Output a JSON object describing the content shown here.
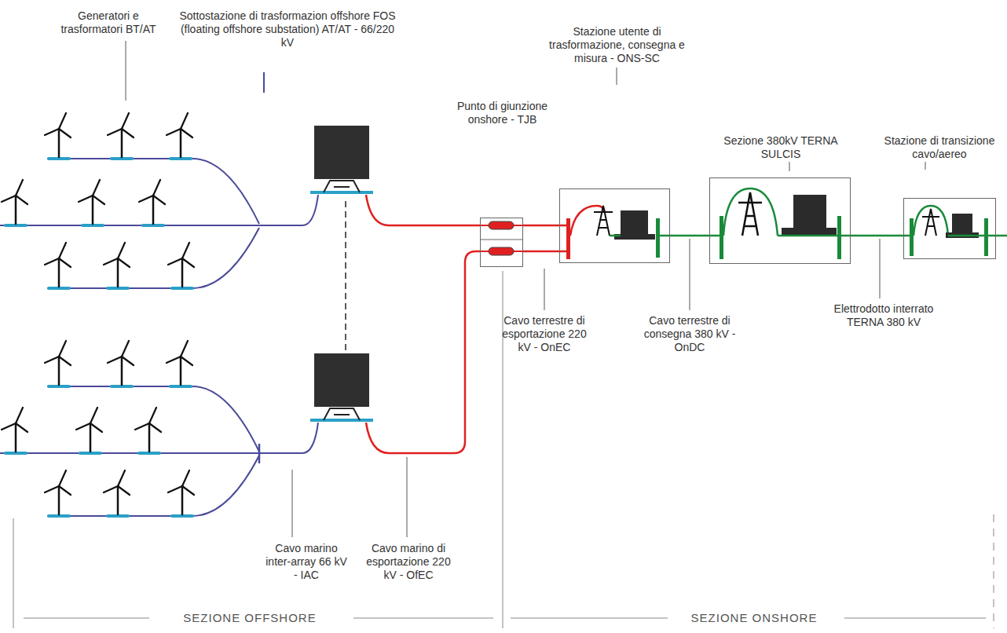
{
  "diagram": {
    "nodes": [
      {
        "text": [
          "Punto di giunzione onshore - TJB"
        ]
      },
      {
        "text": [
          "Stazione utente di trasformazione, consegna e misura - ONS-SC"
        ]
      },
      {
        "text": [
          "Sezione 380kV TERNA SULCIS"
        ]
      },
      {
        "text": [
          "Stazione di transizione cavo/aereo"
        ]
      }
    ],
    "edges": [
      {
        "from": 0,
        "to": 1,
        "arrow": "none"
      },
      {
        "from": 0,
        "to": 1,
        "arrow": "none"
      },
      {
        "from": 1,
        "to": 2,
        "arrow": "none"
      },
      {
        "from": 2,
        "to": 3,
        "arrow": "none"
      }
    ],
    "labels": [
      "Generatori e trasformatori BT/AT",
      "Sottostazione di trasformazion offshore FOS (floating offshore substation) AT/AT - 66/220 kV",
      "Cavo marino inter-array 66 kV - IAC",
      "Cavo marino di esportazione 220 kV - OfEC",
      "Cavo terrestre di esportazione 220 kV - OnEC",
      "Cavo terrestre di consegna 380 kV - OnDC",
      "Elettrodotto interrato TERNA 380 kV",
      "SEZIONE OFFSHORE",
      "SEZIONE ONSHORE"
    ]
  }
}
